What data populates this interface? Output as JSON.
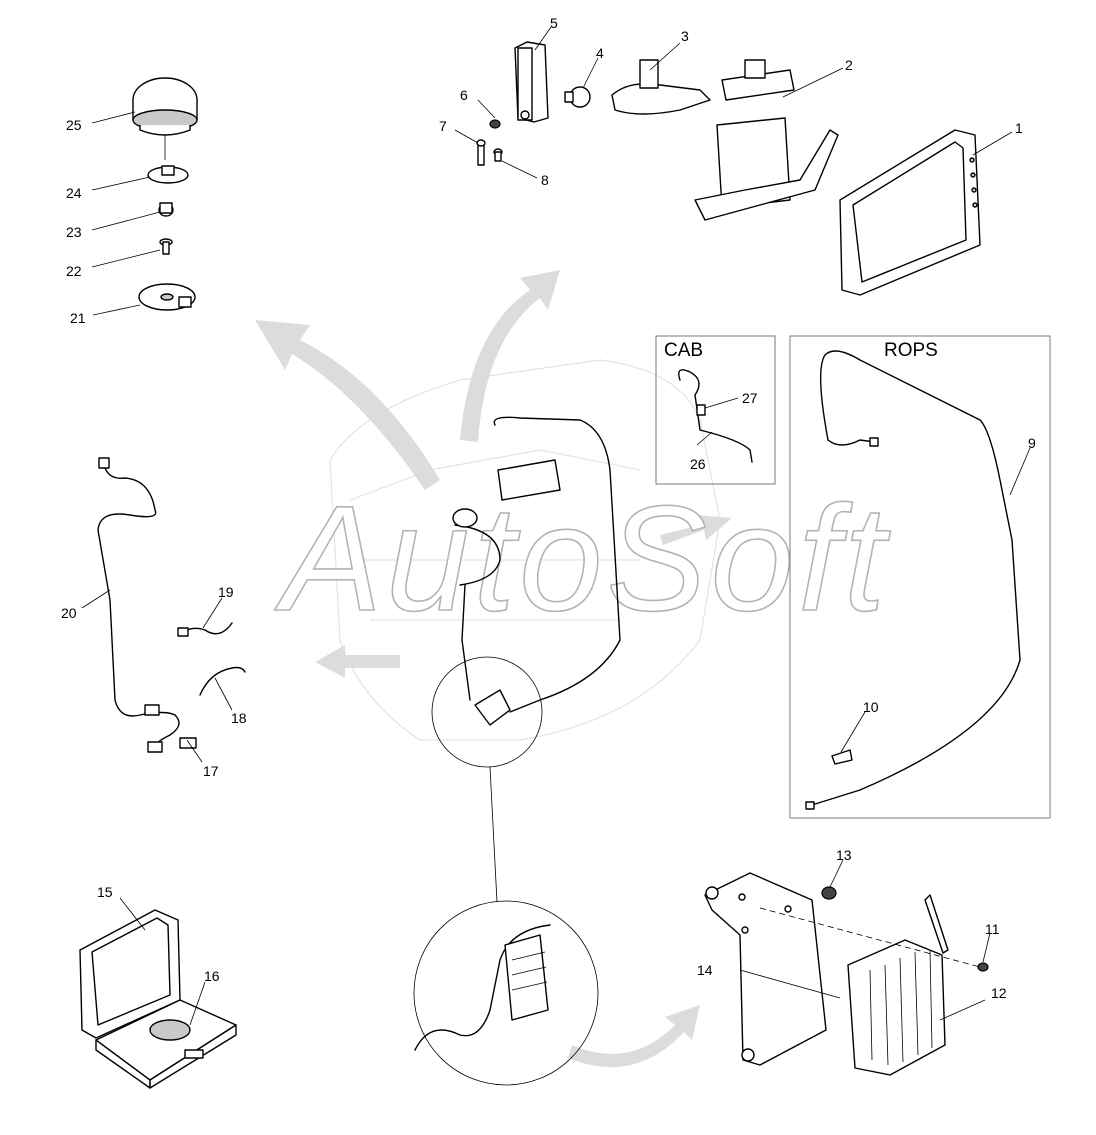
{
  "watermark": "AutoSoft",
  "sections": {
    "cab": "CAB",
    "rops": "ROPS"
  },
  "callouts": [
    "1",
    "2",
    "3",
    "4",
    "5",
    "6",
    "7",
    "8",
    "9",
    "10",
    "11",
    "12",
    "13",
    "14",
    "15",
    "16",
    "17",
    "18",
    "19",
    "20",
    "21",
    "22",
    "23",
    "24",
    "25",
    "26",
    "27"
  ]
}
